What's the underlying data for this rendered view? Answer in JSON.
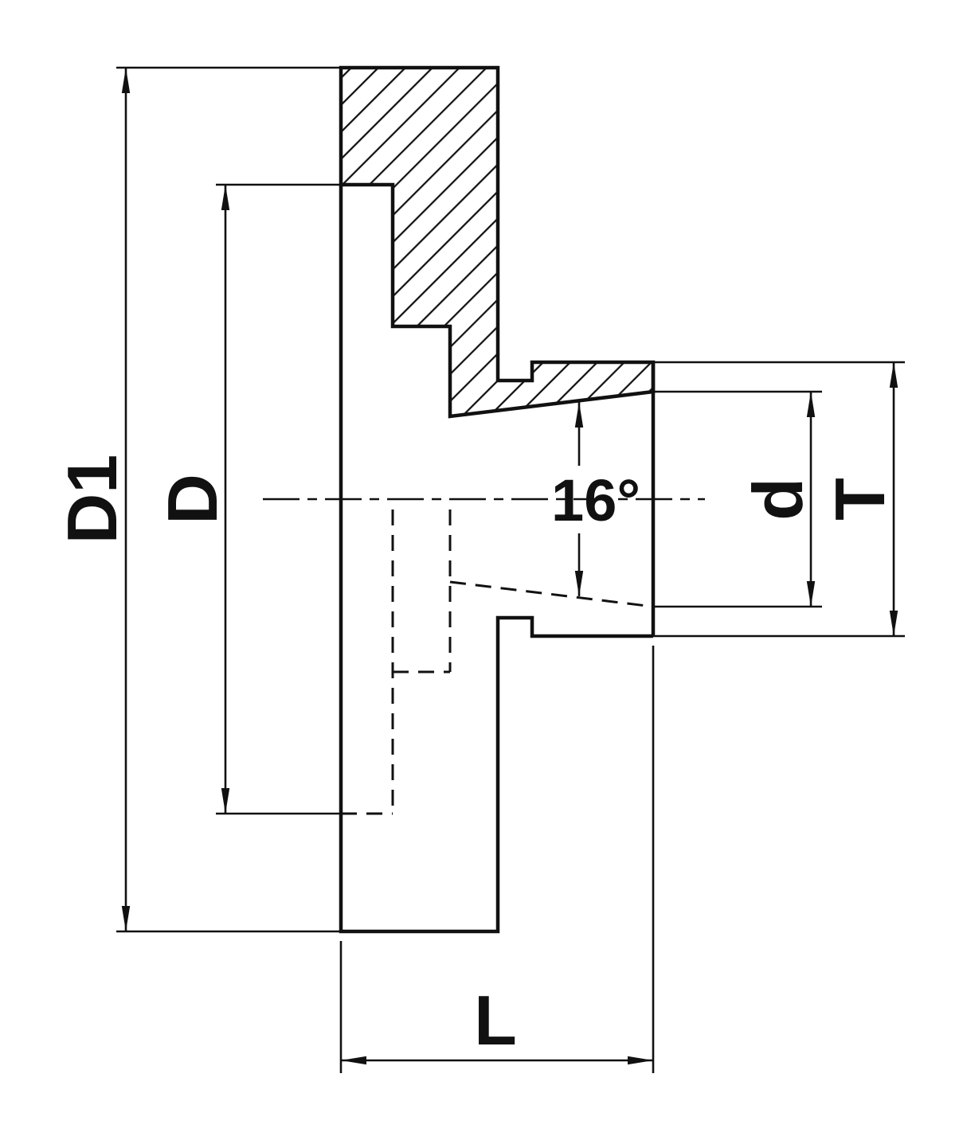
{
  "drawing": {
    "background_color": "#ffffff",
    "line_color": "#111111",
    "labels": {
      "d1": "D1",
      "D": "D",
      "d": "d",
      "T": "T",
      "L": "L",
      "angle": "16°"
    }
  }
}
